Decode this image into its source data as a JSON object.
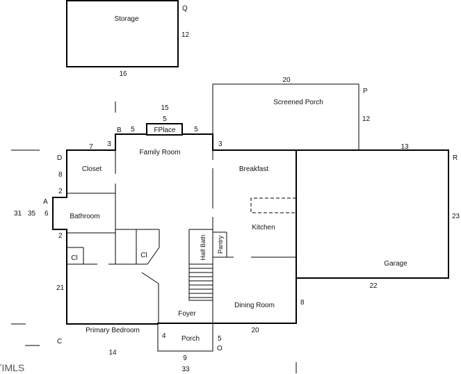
{
  "rooms": {
    "storage": "Storage",
    "screened_porch": "Screened Porch",
    "fplace": "FPlace",
    "family_room": "Family Room",
    "breakfast": "Breakfast",
    "closet": "Closet",
    "bathroom": "Bathroom",
    "kitchen": "Kitchen",
    "half_bath": "Half Bath",
    "pantry": "Pantry",
    "cl_left": "Cl",
    "cl_right": "Cl",
    "garage": "Garage",
    "foyer": "Foyer",
    "dining_room": "Dining Room",
    "primary_bedroom": "Primary Bedroom",
    "porch": "Porch"
  },
  "corner_labels": {
    "q": "Q",
    "p": "P",
    "r": "R",
    "b": "B",
    "d": "D",
    "a": "A",
    "c": "C",
    "o": "O"
  },
  "dimensions": {
    "storage_right": "12",
    "storage_bottom": "16",
    "screened_top": "20",
    "screened_right": "12",
    "fplace_15": "15",
    "fplace_5": "5",
    "b_5": "5",
    "fplace_right_5": "5",
    "b_3": "3",
    "top_7": "7",
    "screened_left_3": "3",
    "garage_top_13": "13",
    "closet_8": "8",
    "left_2_top": "2",
    "left_6": "6",
    "left_2_bottom": "2",
    "left_21": "21",
    "overall_31": "31",
    "overall_35": "35",
    "garage_right_23": "23",
    "garage_bottom_22": "22",
    "dining_right_8": "8",
    "dining_bottom_20": "20",
    "porch_left_4": "4",
    "porch_right_5": "5",
    "porch_bottom_9": "9",
    "bottom_14": "14",
    "overall_33": "33"
  },
  "watermark": "TIMLS"
}
